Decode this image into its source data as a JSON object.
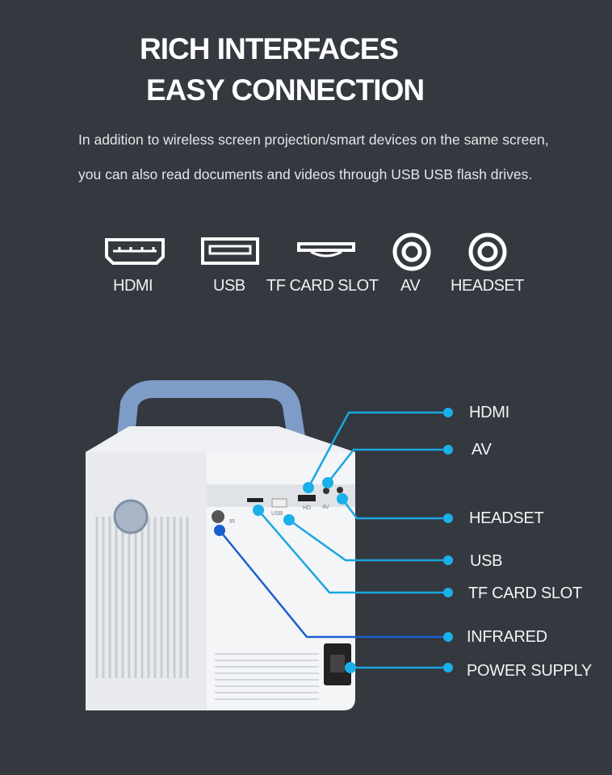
{
  "heading": {
    "line1": "RICH INTERFACES",
    "line2": "EASY CONNECTION"
  },
  "description": "In addition to wireless screen projection/smart devices on the same screen, you can also read documents and videos through USB USB flash drives.",
  "interfaces": [
    {
      "label": "HDMI",
      "icon": "hdmi-port-icon"
    },
    {
      "label": "USB",
      "icon": "usb-port-icon"
    },
    {
      "label": "TF CARD SLOT",
      "icon": "tf-card-slot-icon"
    },
    {
      "label": "AV",
      "icon": "av-jack-icon"
    },
    {
      "label": "HEADSET",
      "icon": "headset-jack-icon"
    }
  ],
  "callouts": [
    "HDMI",
    "AV",
    "HEADSET",
    "USB",
    "TF CARD SLOT",
    "INFRARED",
    "POWER SUPPLY"
  ],
  "device_port_labels": {
    "ir": "IR",
    "usb": "USB",
    "hd": "HD",
    "av": "AV"
  },
  "colors": {
    "background": "#34383f",
    "callout_line": "#1aa6e0",
    "infrared_line": "#1a5fd0",
    "handle": "#7f9cc8"
  }
}
